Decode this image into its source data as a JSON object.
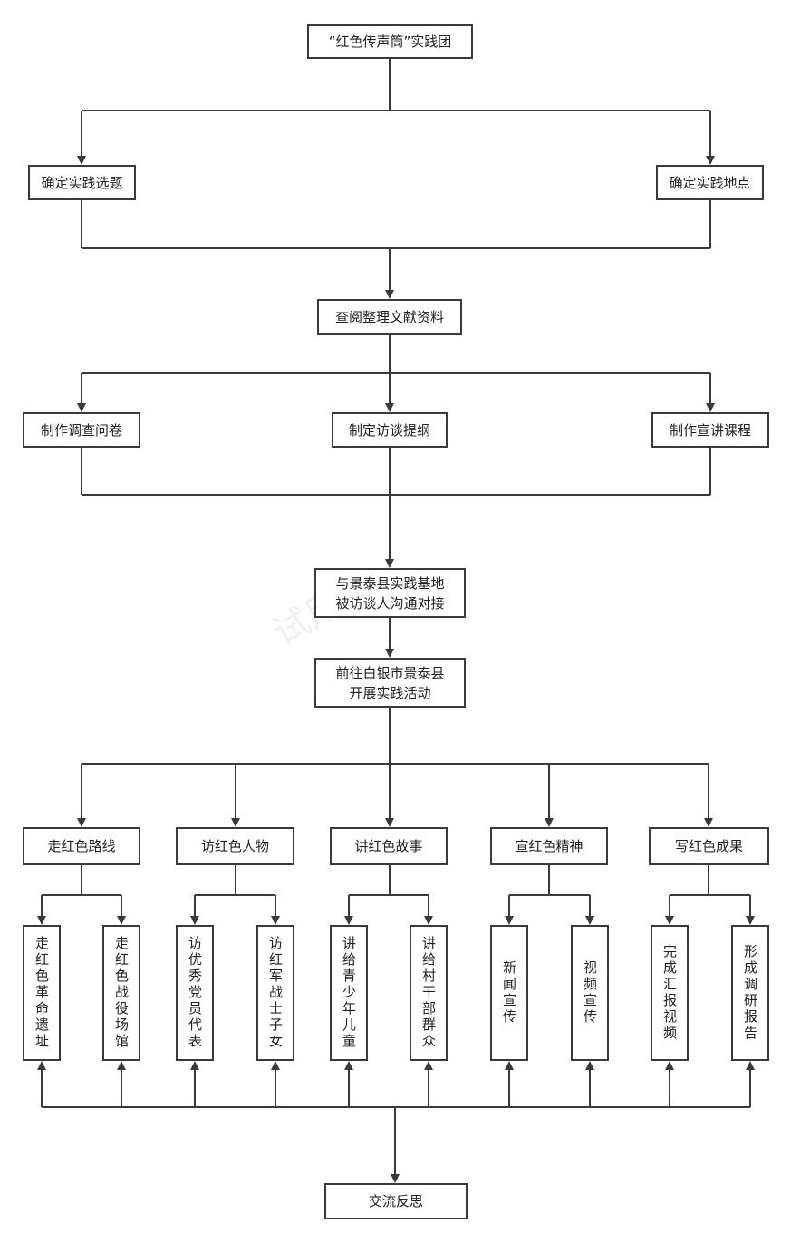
{
  "title": "“红色传声筒”实践团",
  "level1": {
    "topic": "确定实践选题",
    "location": "确定实践地点"
  },
  "research": "查阅整理文献资料",
  "level2": {
    "questionnaire": "制作调查问卷",
    "outline": "制定访谈提纲",
    "course": "制作宣讲课程"
  },
  "contact": "与景泰县实践基地\n被访谈人沟通对接",
  "activity": "前往白银市景泰县\n开展实践活动",
  "branches": [
    {
      "label": "走红色路线",
      "subs": [
        "走红色革命遗址",
        "走红色战役场馆"
      ]
    },
    {
      "label": "访红色人物",
      "subs": [
        "访优秀党员代表",
        "访红军战士子女"
      ]
    },
    {
      "label": "讲红色故事",
      "subs": [
        "讲给青少年儿童",
        "讲给村干部群众"
      ]
    },
    {
      "label": "宣红色精神",
      "subs": [
        "新闻宣传",
        "视频宣传"
      ]
    },
    {
      "label": "写红色成果",
      "subs": [
        "完成汇报视频",
        "形成调研报告"
      ]
    }
  ],
  "bottom": "交流反思",
  "watermark": "试用版"
}
